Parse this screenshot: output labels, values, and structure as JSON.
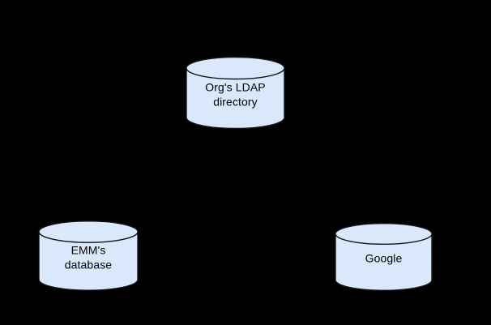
{
  "diagram": {
    "type": "database-topology-diagram",
    "background_color": "#000000",
    "node_fill_color": "#dae8fc",
    "node_stroke_color": "#14141a",
    "label_color": "#000000",
    "nodes": [
      {
        "id": "ldap",
        "shape": "cylinder",
        "label": "Org's LDAP\ndirectory",
        "label_line1": "Org's LDAP",
        "label_line2": "directory",
        "position": "top-center"
      },
      {
        "id": "emm",
        "shape": "cylinder",
        "label": "EMM's\ndatabase",
        "label_line1": "EMM's",
        "label_line2": "database",
        "position": "bottom-left"
      },
      {
        "id": "google",
        "shape": "cylinder",
        "label": "Google",
        "label_line1": "Google",
        "label_line2": "",
        "position": "bottom-right"
      }
    ],
    "connectors": []
  }
}
